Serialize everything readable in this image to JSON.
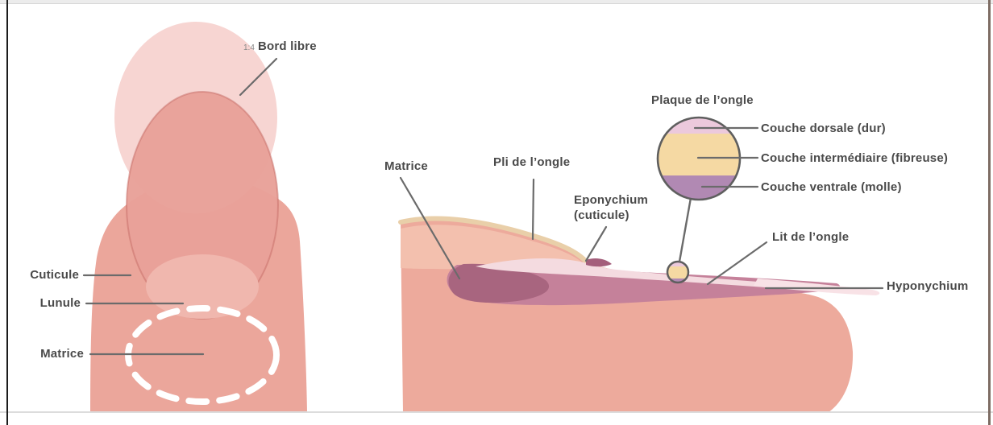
{
  "figure": {
    "background": "#ffffff",
    "label_text_color": "#4a4a4a",
    "leader_line_color": "#6b6b6b",
    "scale_note": "1:4"
  },
  "top_view": {
    "description": "fingernail top view",
    "labels": {
      "bord_libre": "Bord libre",
      "cuticule": "Cuticule",
      "lunule": "Lunule",
      "matrice": "Matrice"
    },
    "colors": {
      "finger": "#eba69b",
      "free_edge": "#f7d5d2",
      "nail_plate": "#e8a199",
      "lunule": "#f0b7ae",
      "matrix_dashed_circle": "#ffffff"
    }
  },
  "cross_section": {
    "description": "fingertip side cross-section",
    "labels": {
      "matrice": "Matrice",
      "pli_de_longle": "Pli de l’ongle",
      "eponychium": "Eponychium",
      "eponychium_sub": "(cuticule)",
      "lit_de_longle": "Lit de l’ongle",
      "hyponychium": "Hyponychium"
    },
    "colors": {
      "flesh": "#edaa9c",
      "skin_edge_cream": "#e9cfa9",
      "fold_skin": "#f3c0ae",
      "nail_bed": "#c5819a",
      "matrix": "#a8657f",
      "nail_plate": "#f4dbe0",
      "eponychium": "#a45e7b",
      "nail_tip": "#f8e2e6"
    }
  },
  "inset": {
    "title": "Plaque de l’ongle",
    "circle_stroke": "#5f5f5f",
    "layers": [
      {
        "label": "Couche dorsale (dur)",
        "color": "#ecc9dc"
      },
      {
        "label": "Couche intermédiaire (fibreuse)",
        "color": "#f5d9a3"
      },
      {
        "label": "Couche ventrale (molle)",
        "color": "#b189b3"
      }
    ]
  }
}
